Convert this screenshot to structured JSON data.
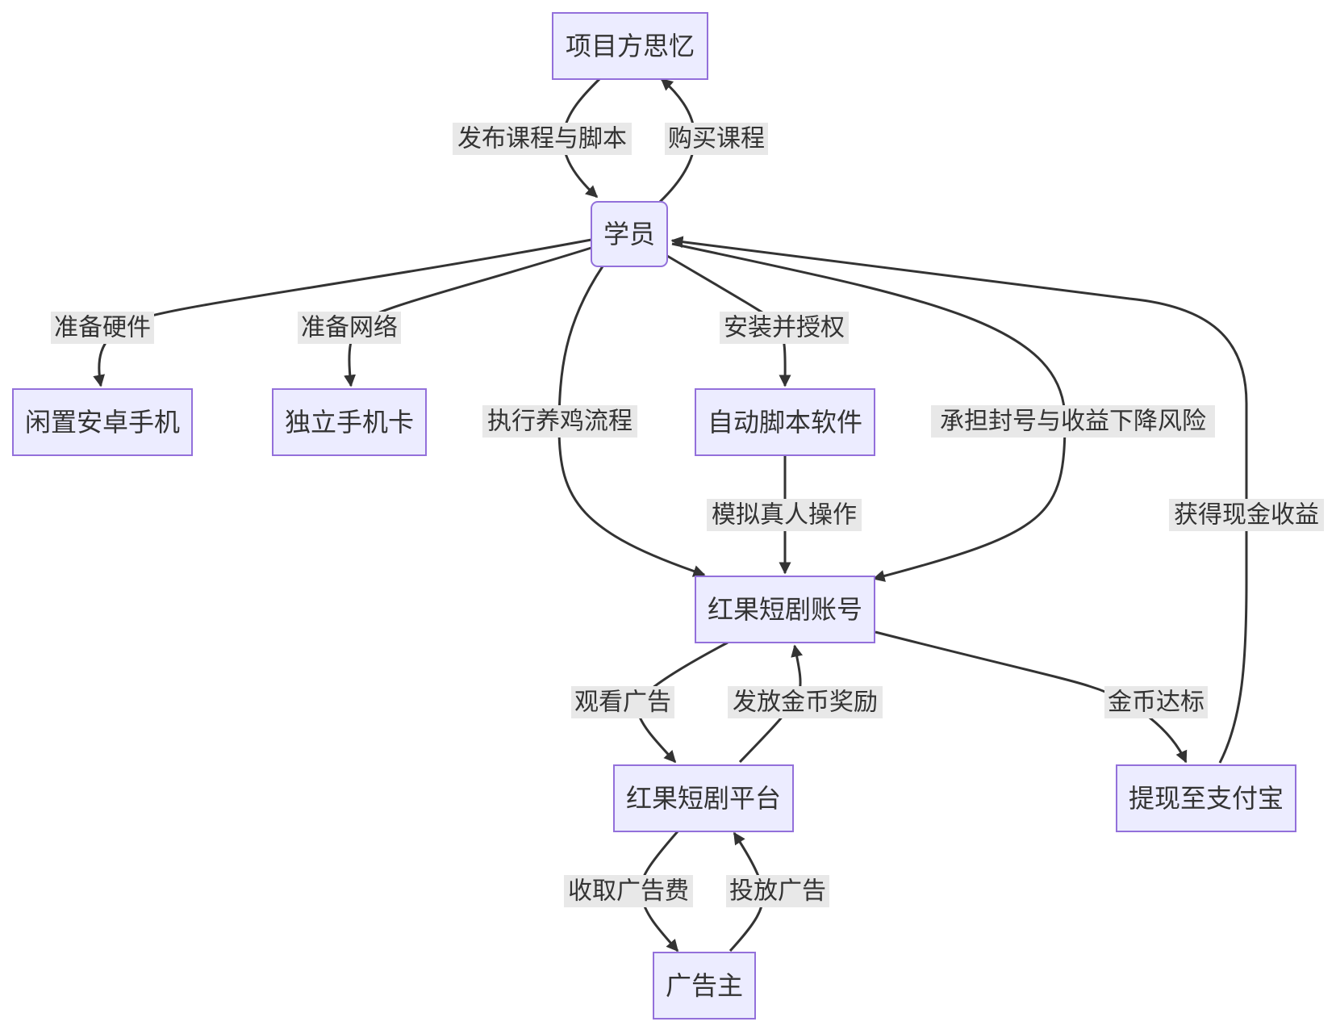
{
  "nodes": {
    "project": "项目方思忆",
    "student": "学员",
    "phone": "闲置安卓手机",
    "simcard": "独立手机卡",
    "script": "自动脚本软件",
    "account": "红果短剧账号",
    "platform": "红果短剧平台",
    "withdraw": "提现至支付宝",
    "advertiser": "广告主"
  },
  "edges": {
    "publish": "发布课程与脚本",
    "buy": "购买课程",
    "hardware": "准备硬件",
    "network": "准备网络",
    "farm": "执行养鸡流程",
    "install": "安装并授权",
    "risk": "承担封号与收益下降风险",
    "cash": "获得现金收益",
    "simulate": "模拟真人操作",
    "watch": "观看广告",
    "reward": "发放金币奖励",
    "coins": "金币达标",
    "fee": "收取广告费",
    "ads": "投放广告"
  }
}
